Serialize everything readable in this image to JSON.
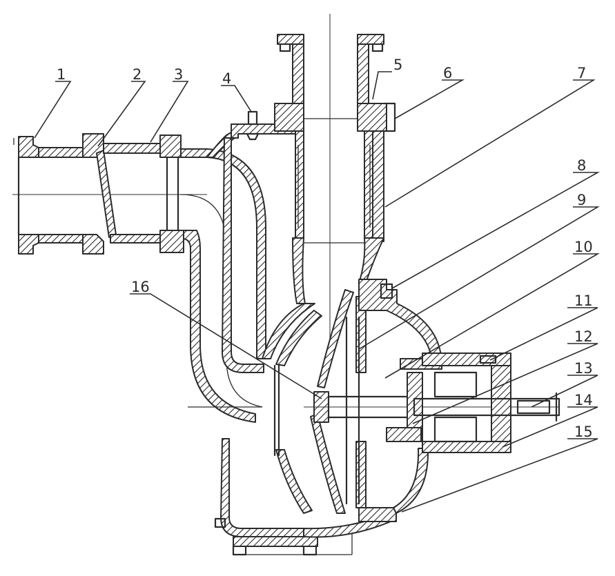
{
  "diagram": {
    "part_labels": [
      {
        "id": "1",
        "text": "1"
      },
      {
        "id": "2",
        "text": "2"
      },
      {
        "id": "3",
        "text": "3"
      },
      {
        "id": "4",
        "text": "4"
      },
      {
        "id": "5",
        "text": "5"
      },
      {
        "id": "6",
        "text": "6"
      },
      {
        "id": "7",
        "text": "7"
      },
      {
        "id": "8",
        "text": "8"
      },
      {
        "id": "9",
        "text": "9"
      },
      {
        "id": "10",
        "text": "10"
      },
      {
        "id": "11",
        "text": "11"
      },
      {
        "id": "12",
        "text": "12"
      },
      {
        "id": "13",
        "text": "13"
      },
      {
        "id": "14",
        "text": "14"
      },
      {
        "id": "15",
        "text": "15"
      },
      {
        "id": "16",
        "text": "16"
      }
    ]
  }
}
